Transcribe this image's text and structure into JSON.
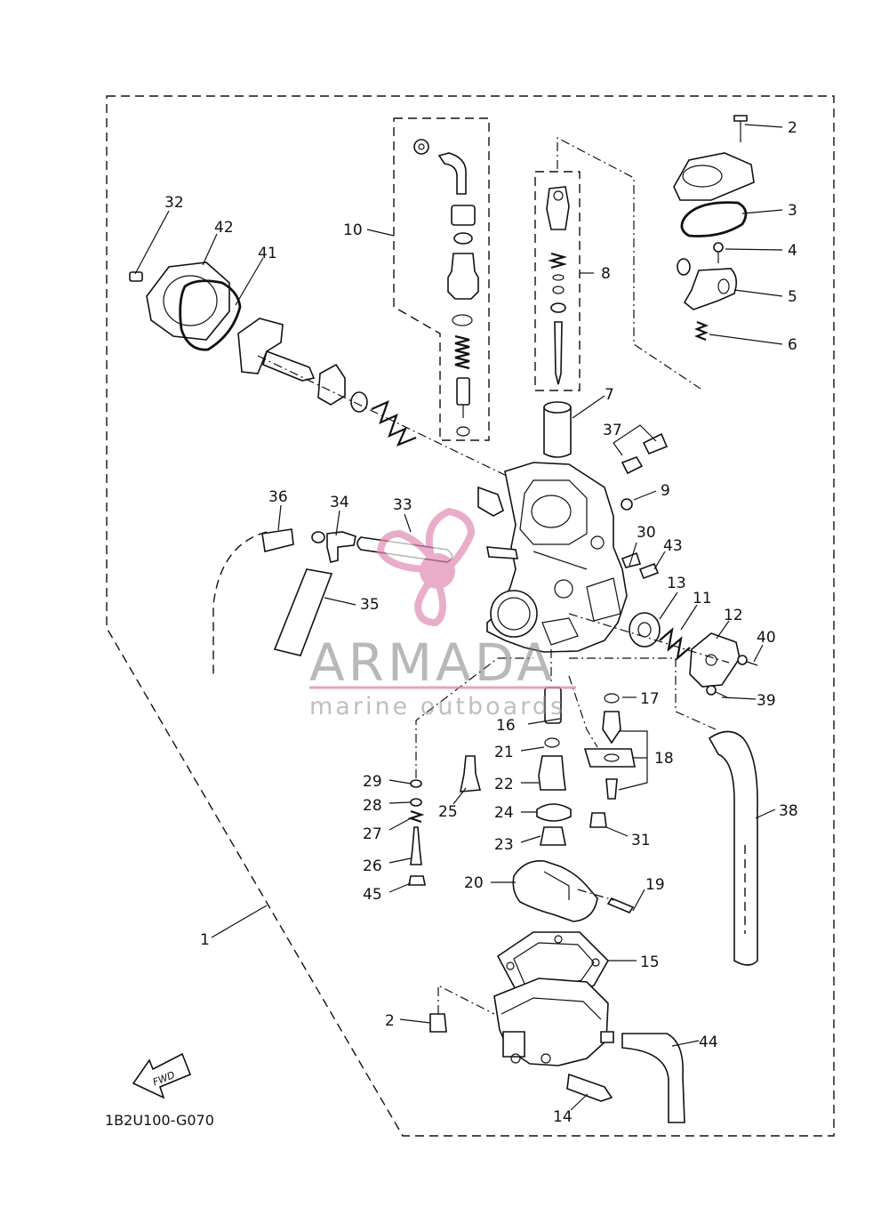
{
  "diagram": {
    "drawing_code": "1B2U100-G070",
    "fwd_label": "FWD",
    "callouts": [
      "1",
      "2",
      "2",
      "3",
      "4",
      "5",
      "6",
      "7",
      "8",
      "9",
      "10",
      "11",
      "12",
      "13",
      "14",
      "15",
      "16",
      "17",
      "18",
      "19",
      "20",
      "21",
      "22",
      "23",
      "24",
      "25",
      "26",
      "27",
      "28",
      "29",
      "30",
      "31",
      "32",
      "33",
      "34",
      "35",
      "36",
      "37",
      "38",
      "39",
      "40",
      "41",
      "42",
      "43",
      "44",
      "45"
    ]
  },
  "watermark": {
    "brand": "ARMADA",
    "tagline": "marine outboards",
    "accent_color": "#e08bb5"
  }
}
